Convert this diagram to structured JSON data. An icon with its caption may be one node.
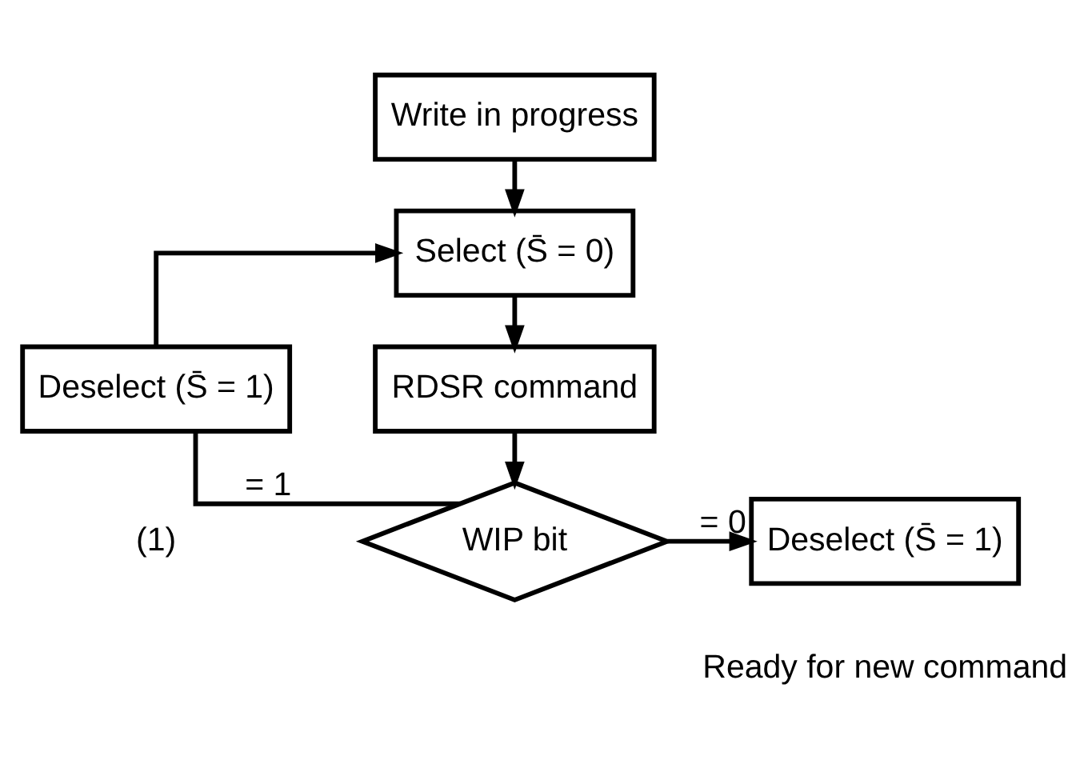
{
  "diagram": {
    "nodes": [
      {
        "text": [
          "Write in progress"
        ]
      },
      {
        "text": [
          "Select (S̄ = 0)"
        ]
      },
      {
        "text": [
          "RDSR command"
        ]
      },
      {
        "text": [
          "WIP bit"
        ]
      },
      {
        "text": [
          "Deselect (S̄ = 1)"
        ],
        "beside": [
          "(1)"
        ]
      },
      {
        "text": [
          "Deselect (S̄ = 1)"
        ],
        "beside": [
          "Ready for new command"
        ]
      }
    ],
    "edges": [
      {
        "from": 0,
        "to": 1,
        "arrow": "to"
      },
      {
        "from": 1,
        "to": 2,
        "arrow": "to"
      },
      {
        "from": 2,
        "to": 3,
        "arrow": "to"
      },
      {
        "from": 3,
        "to": 4,
        "arrow": "none",
        "label": "= 1"
      },
      {
        "from": 4,
        "to": 1,
        "arrow": "to"
      },
      {
        "from": 3,
        "to": 5,
        "arrow": "to",
        "label": "= 0"
      }
    ]
  }
}
